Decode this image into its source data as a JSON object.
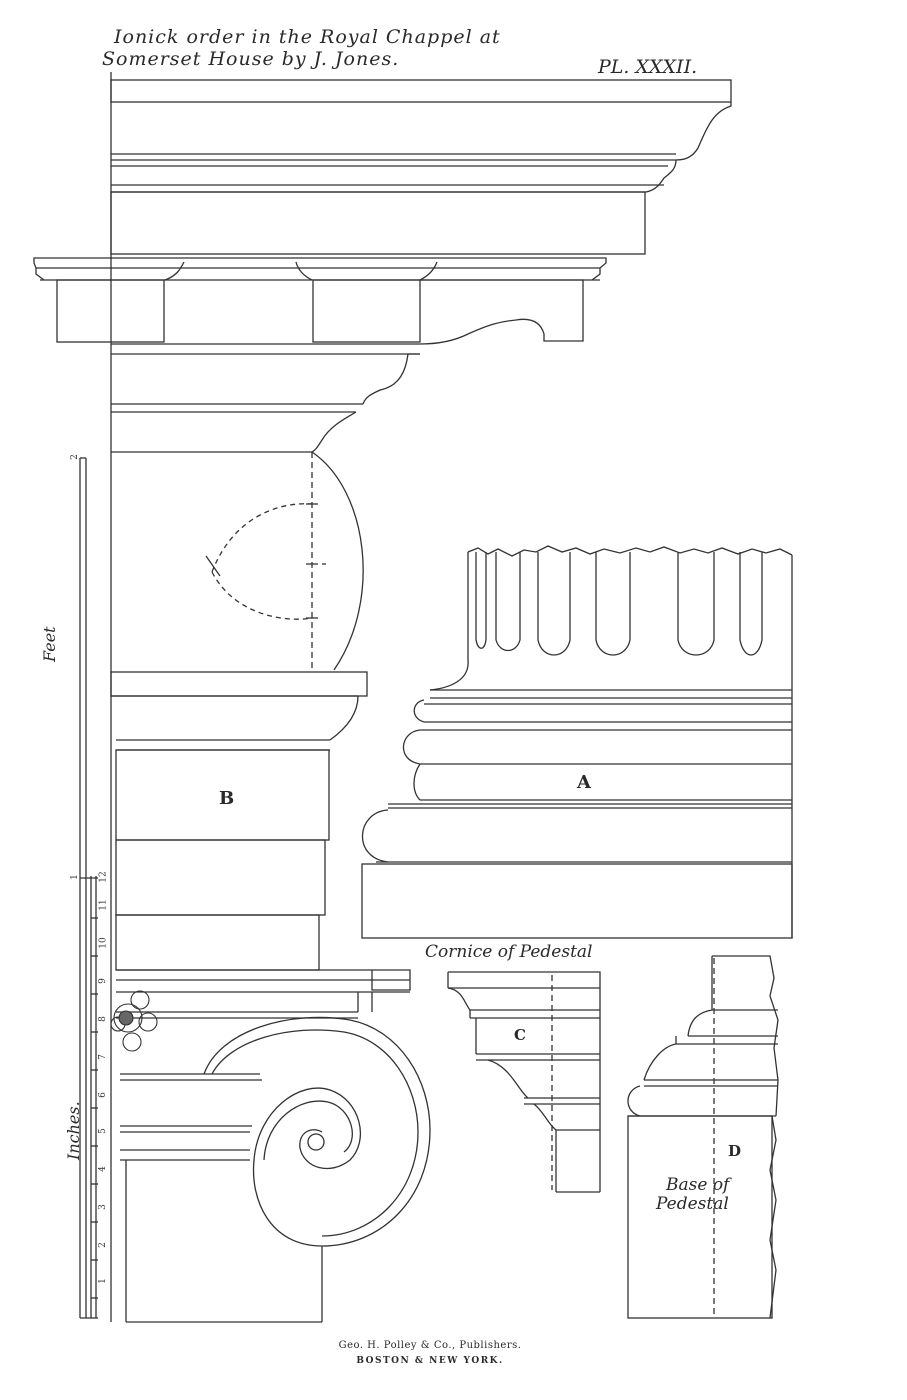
{
  "title": {
    "line1": "Ionick order in the Royal Chappel at",
    "line2": "Somerset House by J. Jones.",
    "plate_number": "PL. XXXII."
  },
  "labels": {
    "a": "A",
    "b": "B",
    "c": "C",
    "d": "D",
    "cornice_of_pedestal": "Cornice of Pedestal",
    "base_of_pedestal_line1": "Base of",
    "base_of_pedestal_line2": "Pedestal"
  },
  "scale": {
    "feet_label": "Feet",
    "inches_label": "Inches.",
    "feet_ticks": [
      "1",
      "2"
    ],
    "inch_ticks": [
      "1",
      "2",
      "3",
      "4",
      "5",
      "6",
      "7",
      "8",
      "9",
      "10",
      "11",
      "12"
    ]
  },
  "publisher": {
    "line1": "Geo. H. Polley & Co., Publishers.",
    "line2": "BOSTON & NEW YORK."
  }
}
